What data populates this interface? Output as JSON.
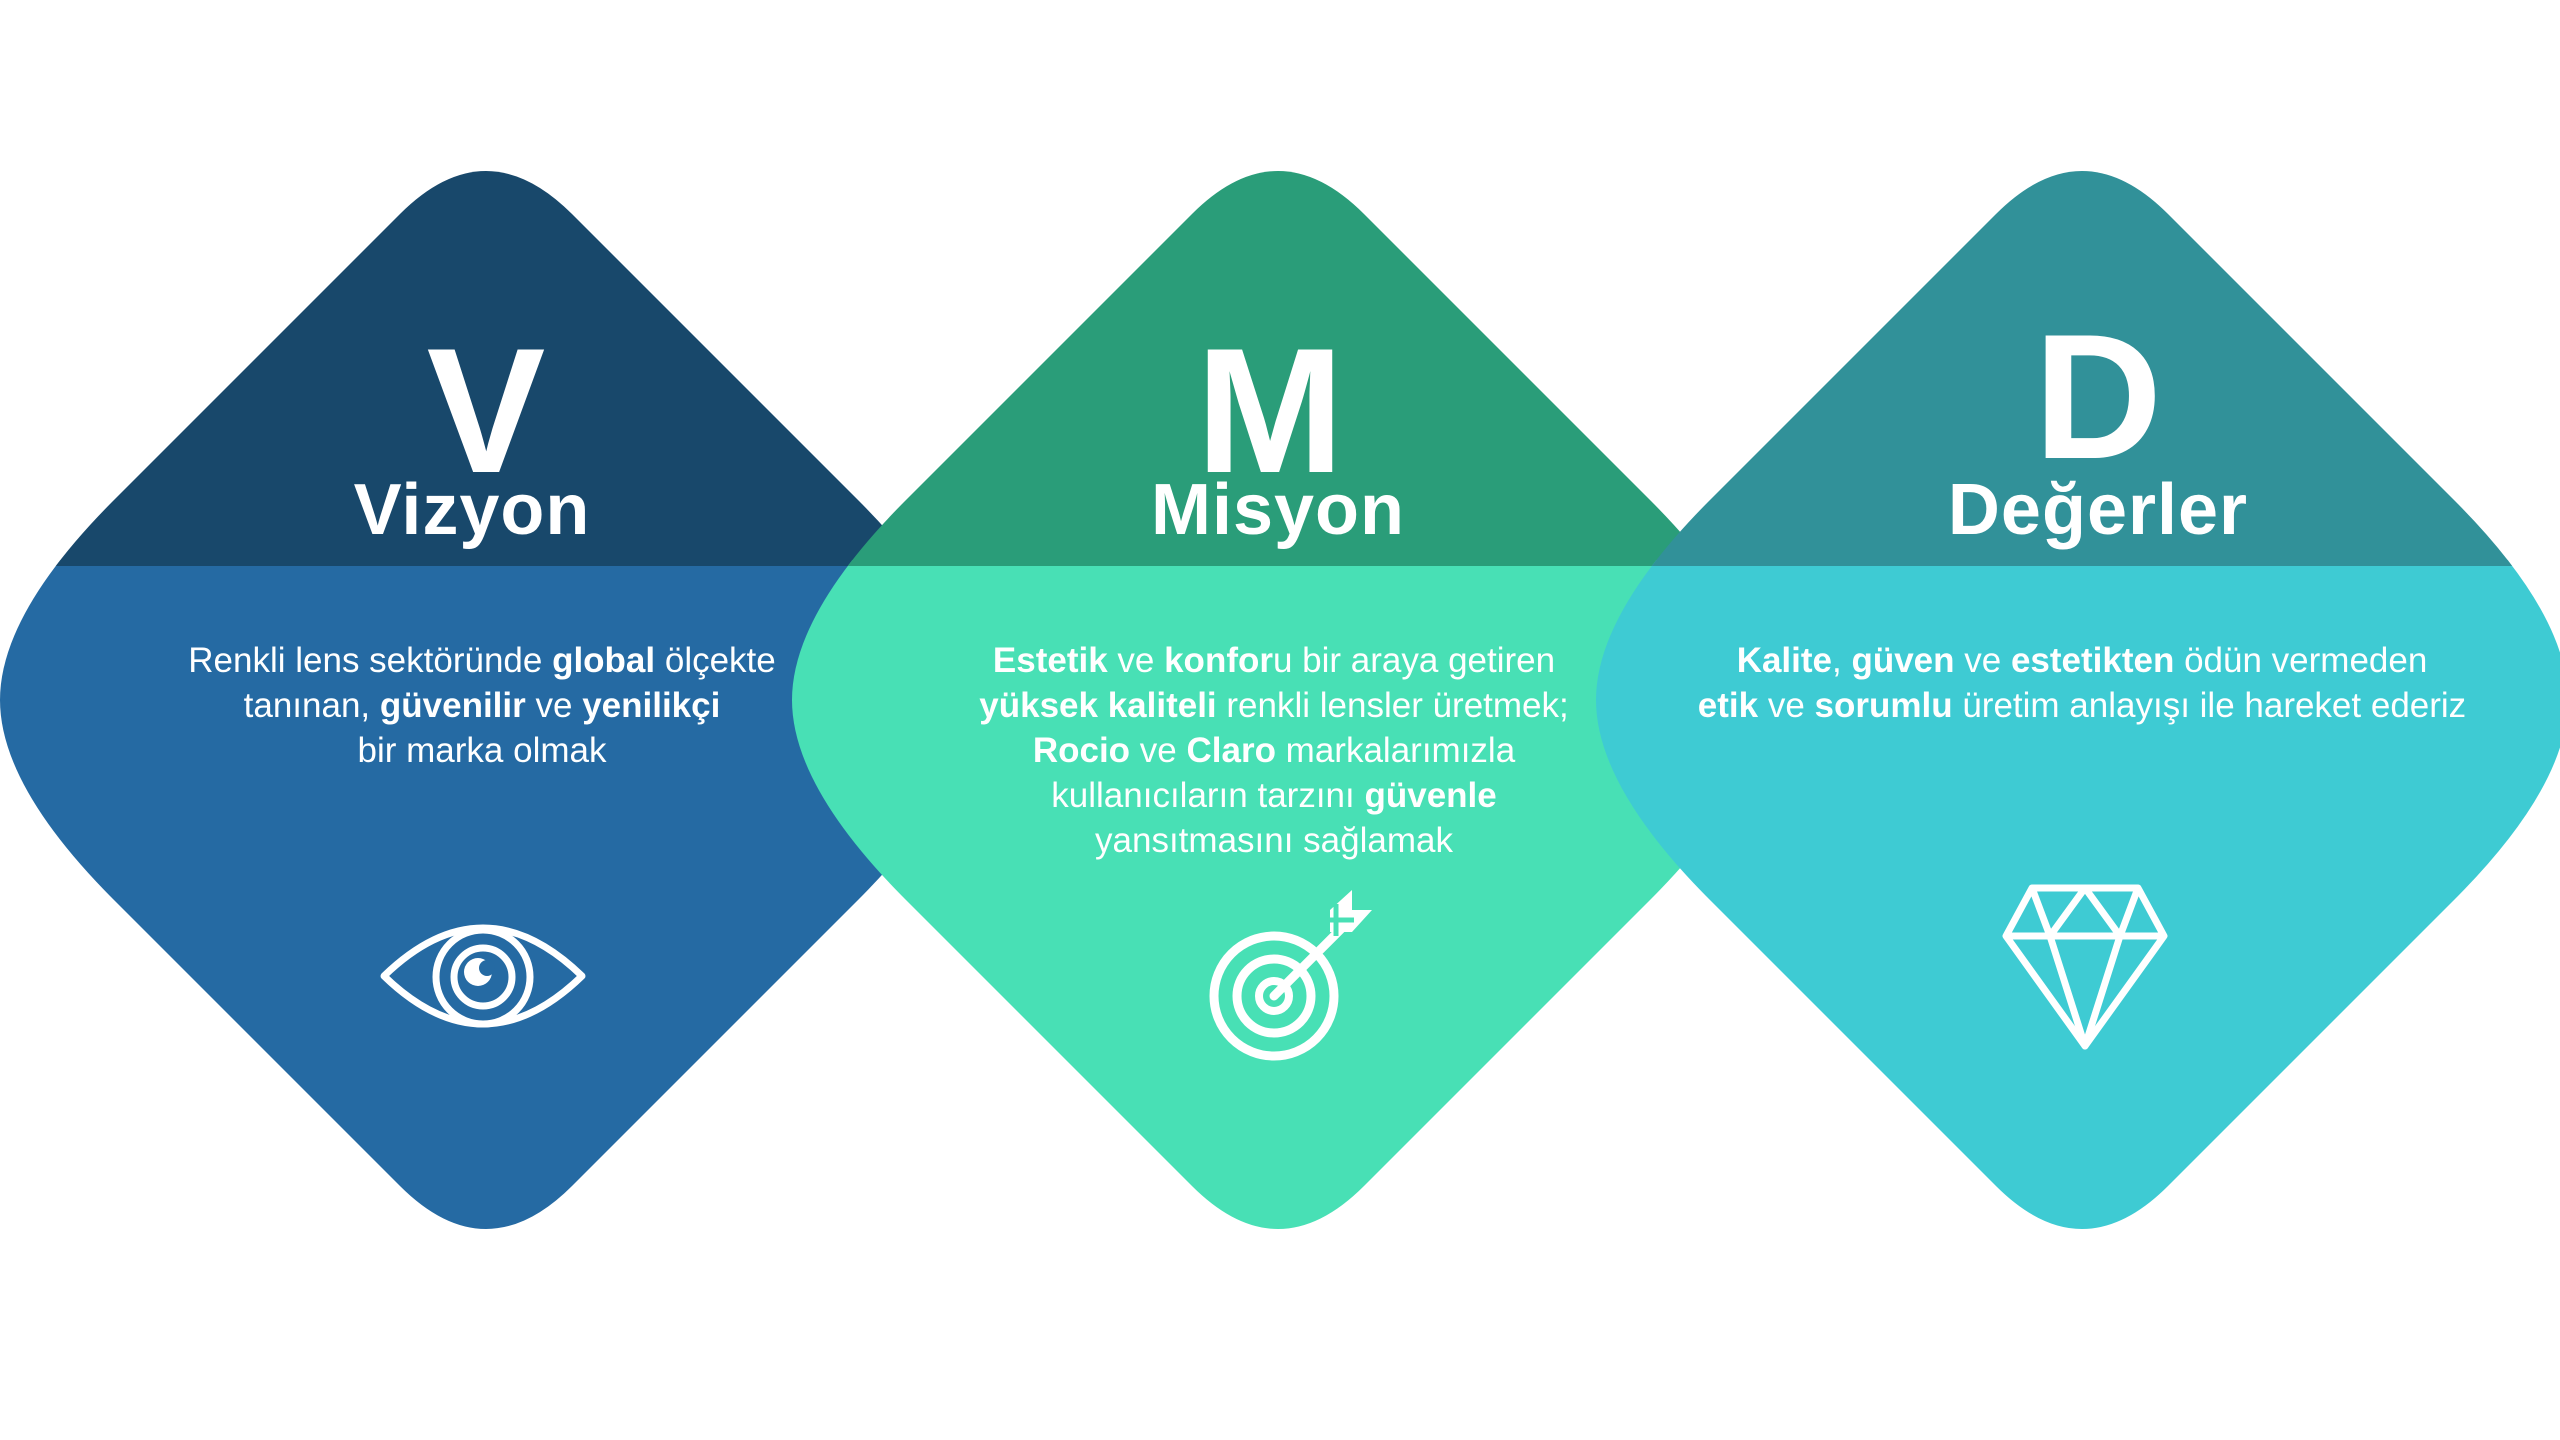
{
  "colors": {
    "vision_top": "#18486b",
    "vision_bottom": "#256aa3",
    "mission_top": "#2a9d79",
    "mission_bottom": "#48e0b5",
    "values_top": "#319199",
    "values_bottom": "#3ecbd3"
  },
  "cards": [
    {
      "letter": "V",
      "title": "Vizyon",
      "icon": "eye-icon",
      "description": [
        [
          {
            "t": "Renkli lens sektöründe "
          },
          {
            "t": "global",
            "b": true
          },
          {
            "t": " ölçekte"
          }
        ],
        [
          {
            "t": "tanınan, "
          },
          {
            "t": "güvenilir",
            "b": true
          },
          {
            "t": " ve "
          },
          {
            "t": "yenilikçi",
            "b": true
          }
        ],
        [
          {
            "t": "bir marka olmak"
          }
        ]
      ]
    },
    {
      "letter": "M",
      "title": "Misyon",
      "icon": "target-icon",
      "description": [
        [
          {
            "t": "Estetik",
            "b": true
          },
          {
            "t": " ve "
          },
          {
            "t": "konfor",
            "b": true
          },
          {
            "t": "u bir araya getiren"
          }
        ],
        [
          {
            "t": "yüksek kaliteli",
            "b": true
          },
          {
            "t": " renkli lensler üretmek;"
          }
        ],
        [
          {
            "t": "Rocio",
            "b": true
          },
          {
            "t": " ve "
          },
          {
            "t": "Claro",
            "b": true
          },
          {
            "t": " markalarımızla"
          }
        ],
        [
          {
            "t": "kullanıcıların tarzını "
          },
          {
            "t": "güvenle",
            "b": true
          }
        ],
        [
          {
            "t": "yansıtmasını sağlamak"
          }
        ]
      ]
    },
    {
      "letter": "D",
      "title": "Değerler",
      "icon": "diamond-icon",
      "description": [
        [
          {
            "t": "Kalite",
            "b": true
          },
          {
            "t": ", "
          },
          {
            "t": "güven",
            "b": true
          },
          {
            "t": " ve "
          },
          {
            "t": "estetikten",
            "b": true
          },
          {
            "t": " ödün vermeden"
          }
        ],
        [
          {
            "t": "etik",
            "b": true
          },
          {
            "t": " ve "
          },
          {
            "t": "sorumlu",
            "b": true
          },
          {
            "t": " üretim anlayışı ile hareket ederiz"
          }
        ]
      ]
    }
  ]
}
